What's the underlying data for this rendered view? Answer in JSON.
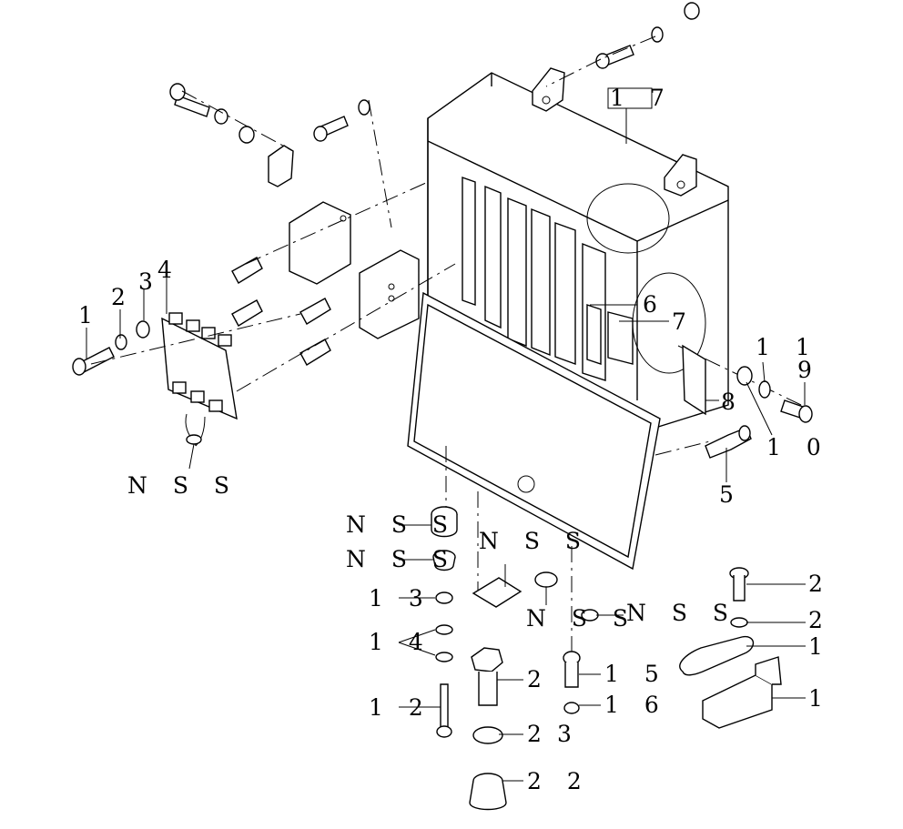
{
  "callouts": {
    "c1": "1",
    "c2": "2",
    "c3": "3",
    "c4": "4",
    "c5": "5",
    "c6": "6",
    "c7": "7",
    "c8": "8",
    "c9": "9",
    "c10": "1 0",
    "c11": "1 1",
    "c12": "1 2",
    "c13": "1 3",
    "c14": "1 4",
    "c15": "1 5",
    "c16": "1 6",
    "c17": "1 7",
    "c_right_2a": "2",
    "c_right_2b": "2",
    "c_right_1a": "1",
    "c_right_1b": "1",
    "c_bolt_2": "2",
    "c_washer_2": "2",
    "c_nut_22": "2 2",
    "c_sub_3": "3",
    "nss_left": "N S S",
    "nss_a": "N S S",
    "nss_b": "N S S",
    "nss_c": "N S S",
    "nss_d": "N S S",
    "nss_e": "N S S"
  }
}
